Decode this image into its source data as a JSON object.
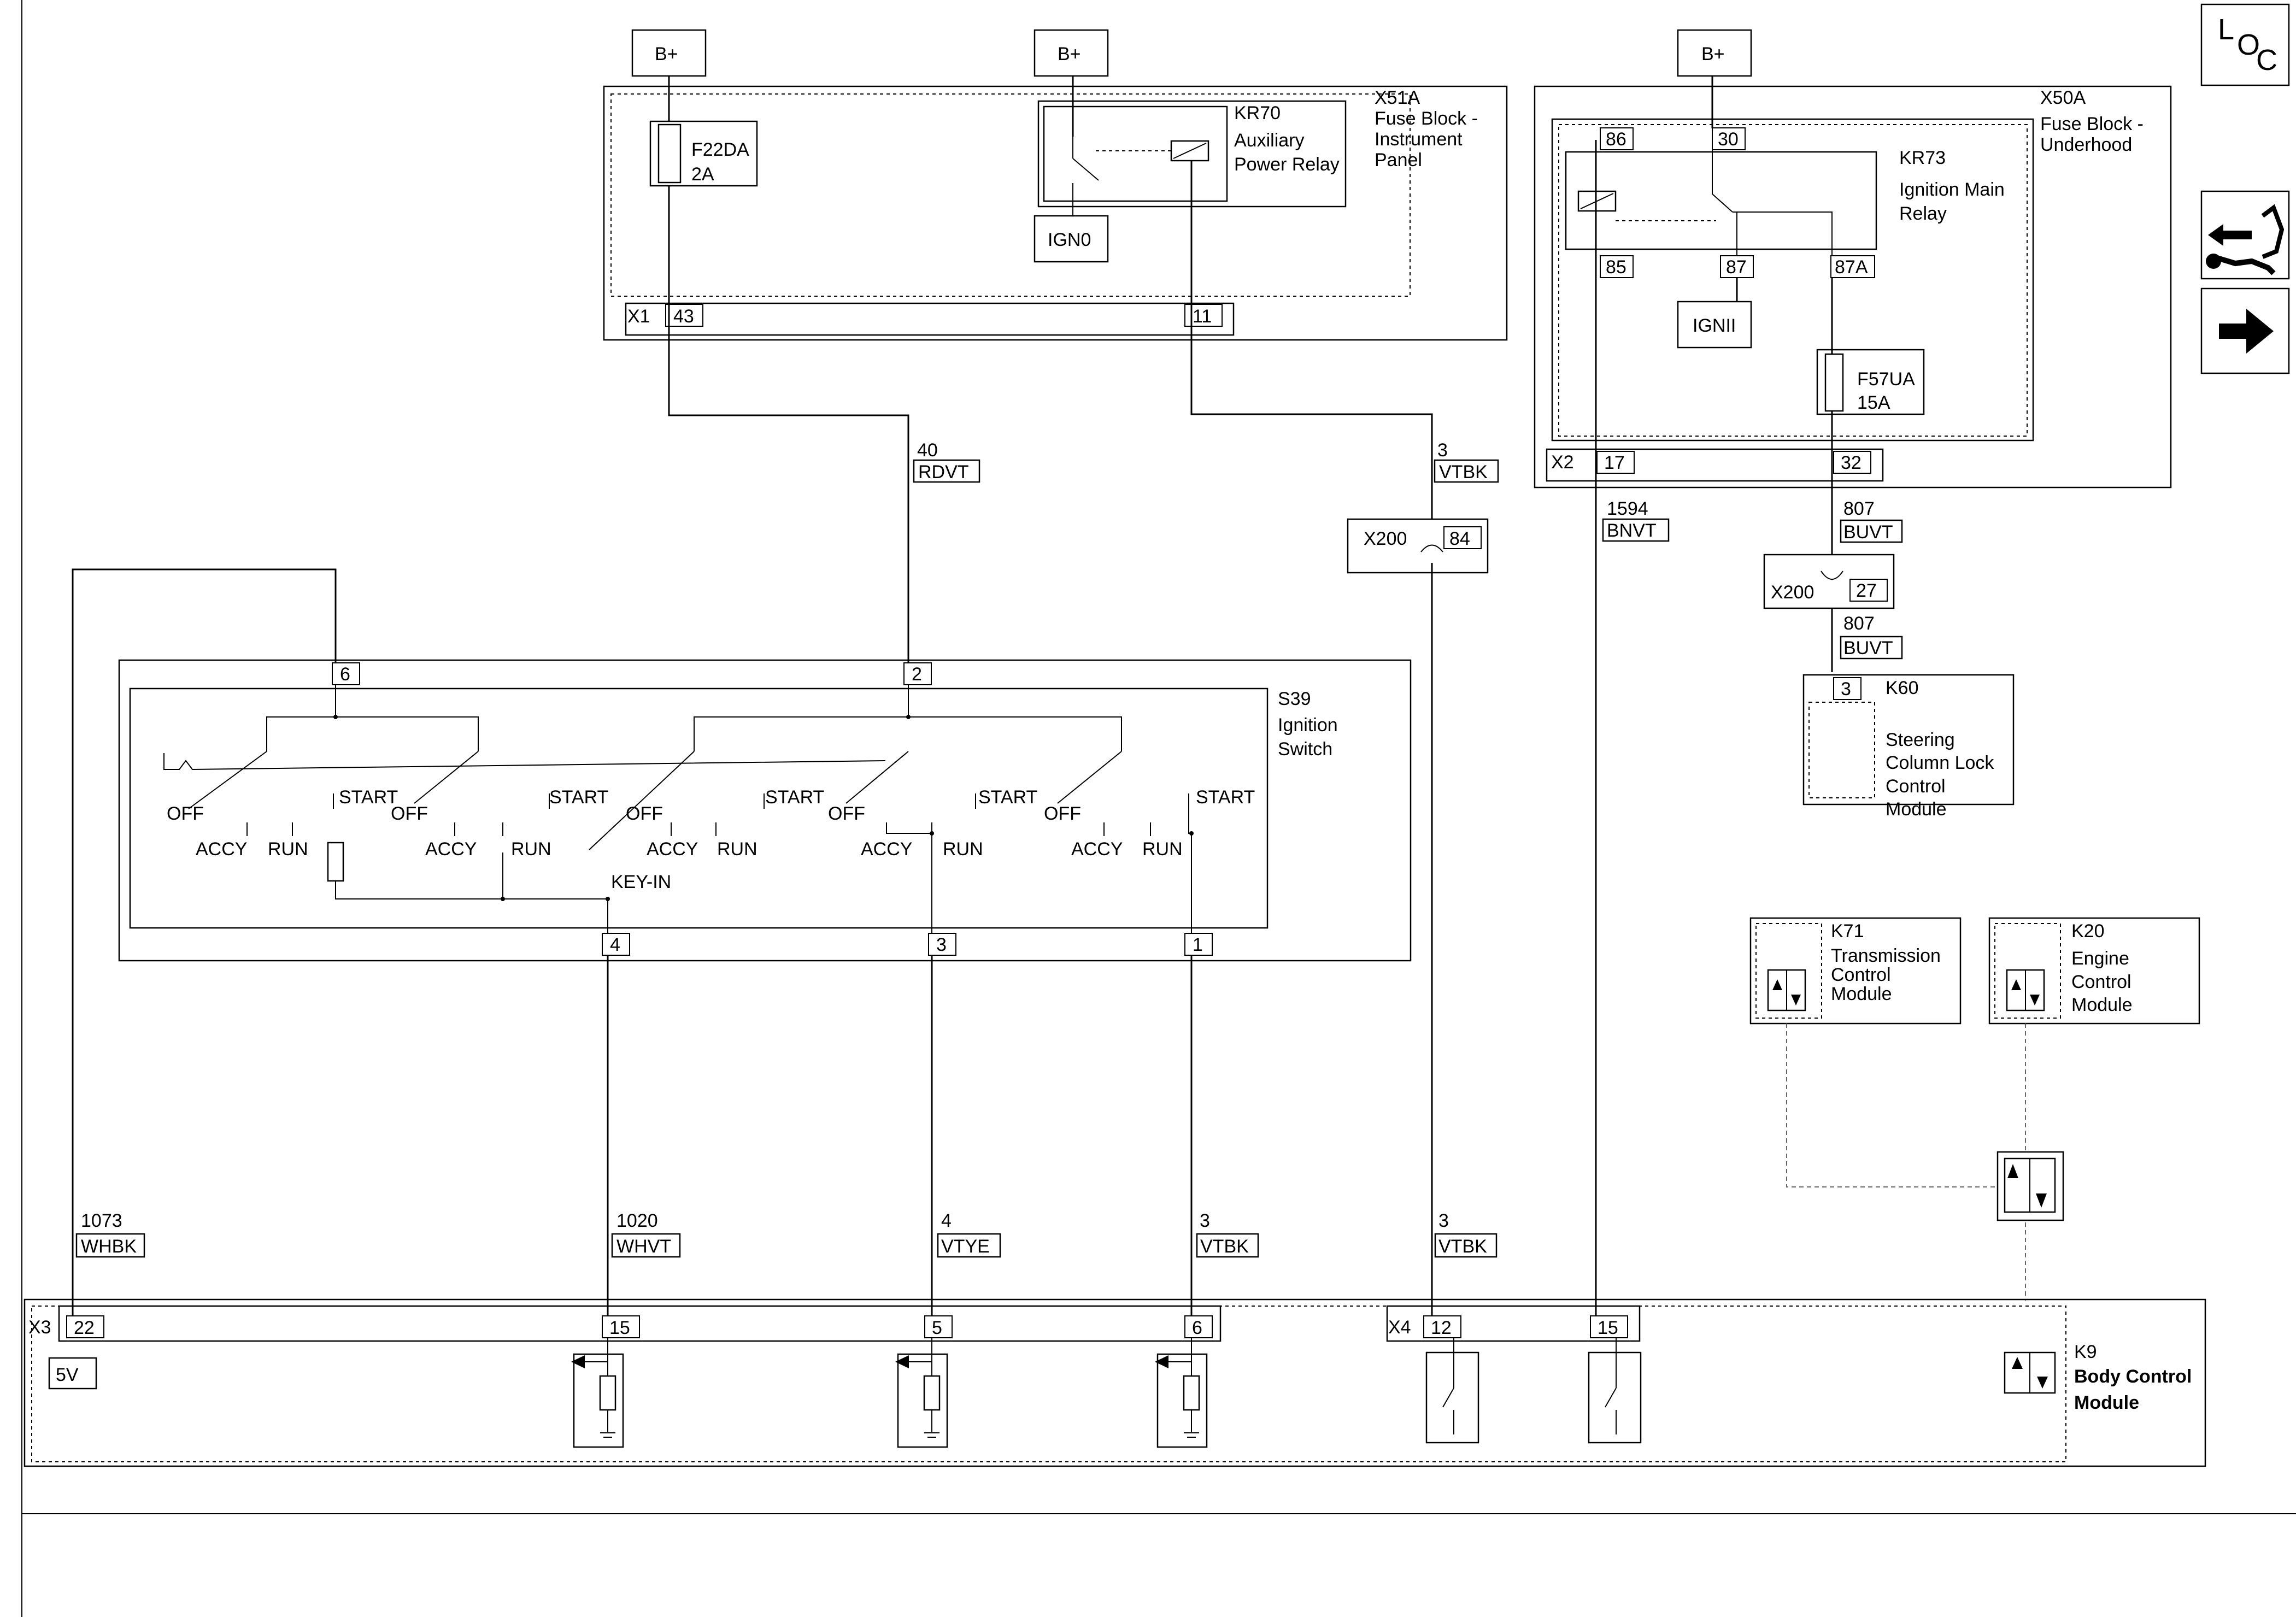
{
  "power": {
    "b1": "B+",
    "b2": "B+",
    "b3": "B+"
  },
  "x51a": {
    "id": "X51A",
    "desc1": "Fuse Block -",
    "desc2": "Instrument",
    "desc3": "Panel",
    "conn": "X1",
    "pin_a": "43",
    "pin_b": "11"
  },
  "f22da": {
    "id": "F22DA",
    "rating": "2A"
  },
  "kr70": {
    "id": "KR70",
    "desc1": "Auxiliary",
    "desc2": "Power Relay",
    "out": "IGN0"
  },
  "x50a": {
    "id": "X50A",
    "desc1": "Fuse Block -",
    "desc2": "Underhood",
    "conn": "X2",
    "pin_a": "17",
    "pin_b": "32"
  },
  "kr73": {
    "id": "KR73",
    "desc1": "Ignition Main",
    "desc2": "Relay",
    "p86": "86",
    "p30": "30",
    "p85": "85",
    "p87": "87",
    "p87a": "87A",
    "out": "IGNII"
  },
  "f57ua": {
    "id": "F57UA",
    "rating": "15A"
  },
  "wires": {
    "w40": {
      "circuit": "40",
      "color": "RDVT"
    },
    "w3a": {
      "circuit": "3",
      "color": "VTBK"
    },
    "w1594": {
      "circuit": "1594",
      "color": "BNVT"
    },
    "w807a": {
      "circuit": "807",
      "color": "BUVT"
    },
    "w807b": {
      "circuit": "807",
      "color": "BUVT"
    },
    "w1073": {
      "circuit": "1073",
      "color": "WHBK"
    },
    "w1020": {
      "circuit": "1020",
      "color": "WHVT"
    },
    "w4": {
      "circuit": "4",
      "color": "VTYE"
    },
    "w3b": {
      "circuit": "3",
      "color": "VTBK"
    },
    "w3c": {
      "circuit": "3",
      "color": "VTBK"
    }
  },
  "x200a": {
    "id": "X200",
    "pin": "84"
  },
  "x200b": {
    "id": "X200",
    "pin": "27"
  },
  "k60": {
    "pin": "3",
    "id": "K60",
    "desc1": "Steering",
    "desc2": "Column Lock",
    "desc3": "Control",
    "desc4": "Module"
  },
  "s39": {
    "id": "S39",
    "desc1": "Ignition",
    "desc2": "Switch",
    "pin_top_a": "6",
    "pin_top_b": "2",
    "pin_bot_a": "4",
    "pin_bot_b": "3",
    "pin_bot_c": "1",
    "pos_off": "OFF",
    "pos_accy": "ACCY",
    "pos_run": "RUN",
    "pos_start": "START",
    "key_in": "KEY-IN"
  },
  "k71": {
    "id": "K71",
    "desc1": "Transmission",
    "desc2": "Control",
    "desc3": "Module"
  },
  "k20": {
    "id": "K20",
    "desc1": "Engine",
    "desc2": "Control",
    "desc3": "Module"
  },
  "k9": {
    "id": "K9",
    "desc1": "Body Control",
    "desc2": "Module",
    "ref": "5V",
    "conn_a": "X3",
    "conn_b": "X4",
    "pin22": "22",
    "pin15a": "15",
    "pin5": "5",
    "pin6": "6",
    "pin12": "12",
    "pin15b": "15"
  },
  "nav": {
    "loc_l": "L",
    "loc_o": "O",
    "loc_c": "C"
  }
}
